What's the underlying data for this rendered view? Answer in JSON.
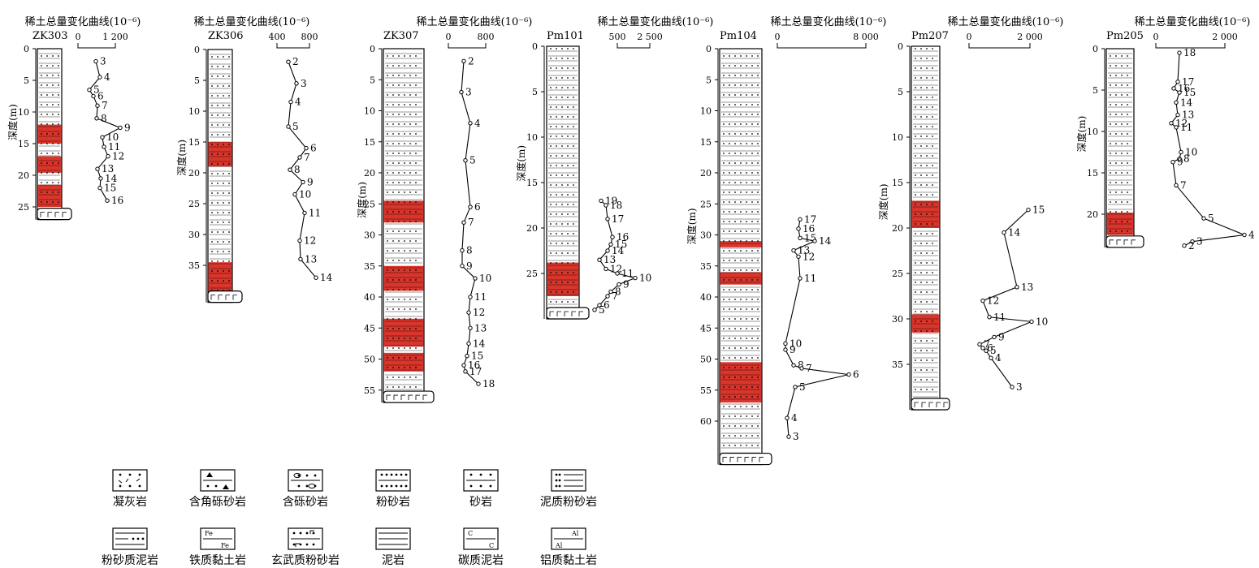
{
  "columns": [
    {
      "id": "ZK303",
      "curve_title": "稀土总量变化曲线(10⁻⁶)",
      "scale": [
        "0",
        "1 200"
      ],
      "depth_label": "深度(m)",
      "depth_ticks": [
        0,
        5,
        10,
        15,
        20,
        25
      ],
      "max_depth": 27,
      "red_intervals": [
        [
          12,
          15
        ],
        [
          17,
          19.6
        ],
        [
          21.5,
          25
        ]
      ],
      "samples": [
        {
          "n": "3",
          "d": 2
        },
        {
          "n": "4",
          "d": 4.5
        },
        {
          "n": "5",
          "d": 6.5
        },
        {
          "n": "6",
          "d": 7.5
        },
        {
          "n": "7",
          "d": 9
        },
        {
          "n": "8",
          "d": 11
        },
        {
          "n": "9",
          "d": 12.5
        },
        {
          "n": "10",
          "d": 14
        },
        {
          "n": "11",
          "d": 15.5
        },
        {
          "n": "12",
          "d": 17
        },
        {
          "n": "13",
          "d": 19
        },
        {
          "n": "14",
          "d": 20.5
        },
        {
          "n": "15",
          "d": 22
        },
        {
          "n": "16",
          "d": 24
        }
      ]
    },
    {
      "id": "ZK306",
      "curve_title": "稀土总量变化曲线(10⁻⁶)",
      "scale": [
        "400",
        "800"
      ],
      "depth_label": "深度(m)",
      "depth_ticks": [
        0,
        5,
        10,
        15,
        20,
        25,
        30,
        35
      ],
      "max_depth": 41,
      "red_intervals": [
        [
          15,
          19
        ],
        [
          34.5,
          40
        ]
      ],
      "samples": [
        {
          "n": "2",
          "d": 2
        },
        {
          "n": "3",
          "d": 5.5
        },
        {
          "n": "4",
          "d": 8.5
        },
        {
          "n": "5",
          "d": 12.5
        },
        {
          "n": "6",
          "d": 16
        },
        {
          "n": "7",
          "d": 17.5
        },
        {
          "n": "8",
          "d": 19.5
        },
        {
          "n": "9",
          "d": 21.5
        },
        {
          "n": "10",
          "d": 23.5
        },
        {
          "n": "11",
          "d": 26.5
        },
        {
          "n": "12",
          "d": 31
        },
        {
          "n": "13",
          "d": 34
        },
        {
          "n": "14",
          "d": 37
        }
      ]
    },
    {
      "id": "ZK307",
      "curve_title": "稀土总量变化曲线(10⁻⁶)",
      "scale": [
        "0",
        "800"
      ],
      "depth_label": "深度(m)",
      "depth_ticks": [
        0,
        5,
        10,
        15,
        20,
        25,
        30,
        35,
        40,
        45,
        50,
        55
      ],
      "max_depth": 57,
      "red_intervals": [
        [
          24.5,
          28
        ],
        [
          35,
          39
        ],
        [
          43.5,
          48
        ],
        [
          49,
          52
        ]
      ],
      "samples": [
        {
          "n": "2",
          "d": 2
        },
        {
          "n": "3",
          "d": 7
        },
        {
          "n": "4",
          "d": 12
        },
        {
          "n": "5",
          "d": 18
        },
        {
          "n": "6",
          "d": 25.5
        },
        {
          "n": "7",
          "d": 28
        },
        {
          "n": "8",
          "d": 32.5
        },
        {
          "n": "9",
          "d": 35
        },
        {
          "n": "10",
          "d": 37
        },
        {
          "n": "11",
          "d": 40
        },
        {
          "n": "12",
          "d": 42.5
        },
        {
          "n": "13",
          "d": 45
        },
        {
          "n": "14",
          "d": 47.5
        },
        {
          "n": "15",
          "d": 49.5
        },
        {
          "n": "16",
          "d": 51
        },
        {
          "n": "17",
          "d": 52
        },
        {
          "n": "18",
          "d": 54
        }
      ]
    },
    {
      "id": "Pm101",
      "curve_title": "稀土总量变化曲线(10⁻⁶)",
      "scale": [
        "500",
        "2 500"
      ],
      "depth_label": "深度(m)",
      "depth_ticks": [
        0,
        5,
        10,
        15,
        20,
        25
      ],
      "max_depth": 30,
      "red_intervals": [
        [
          23.8,
          27.5
        ]
      ],
      "samples": [
        {
          "n": "19",
          "d": 17
        },
        {
          "n": "18",
          "d": 17.5
        },
        {
          "n": "17",
          "d": 19
        },
        {
          "n": "16",
          "d": 21
        },
        {
          "n": "15",
          "d": 21.8
        },
        {
          "n": "14",
          "d": 22.5
        },
        {
          "n": "13",
          "d": 23.5
        },
        {
          "n": "12",
          "d": 24.5
        },
        {
          "n": "11",
          "d": 25
        },
        {
          "n": "10",
          "d": 25.5
        },
        {
          "n": "9",
          "d": 26.2
        },
        {
          "n": "8",
          "d": 27
        },
        {
          "n": "7",
          "d": 27.5
        },
        {
          "n": "6",
          "d": 28.5
        },
        {
          "n": "5",
          "d": 29
        }
      ]
    },
    {
      "id": "Pm104",
      "curve_title": "稀土总量变化曲线(10⁻⁶)",
      "scale": [
        "0",
        "8 000"
      ],
      "depth_label": "深度(m)",
      "depth_ticks": [
        0,
        5,
        10,
        15,
        20,
        25,
        30,
        35,
        40,
        45,
        50,
        55,
        60
      ],
      "max_depth": 67,
      "red_intervals": [
        [
          31,
          32
        ],
        [
          36,
          38
        ],
        [
          50.5,
          57
        ]
      ],
      "samples": [
        {
          "n": "17",
          "d": 27.5
        },
        {
          "n": "16",
          "d": 29
        },
        {
          "n": "15",
          "d": 30.5
        },
        {
          "n": "14",
          "d": 31
        },
        {
          "n": "13",
          "d": 32.5
        },
        {
          "n": "12",
          "d": 33.5
        },
        {
          "n": "11",
          "d": 37
        },
        {
          "n": "10",
          "d": 47.5
        },
        {
          "n": "9",
          "d": 48.5
        },
        {
          "n": "8",
          "d": 51
        },
        {
          "n": "7",
          "d": 51.5
        },
        {
          "n": "6",
          "d": 52.5
        },
        {
          "n": "5",
          "d": 54.5
        },
        {
          "n": "4",
          "d": 59.5
        },
        {
          "n": "3",
          "d": 62.5
        }
      ]
    },
    {
      "id": "Pm207",
      "curve_title": "稀土总量变化曲线(10⁻⁶)",
      "scale": [
        "0",
        "2 000"
      ],
      "depth_label": "深度(m)",
      "depth_ticks": [
        0,
        5,
        10,
        15,
        20,
        25,
        30,
        35
      ],
      "max_depth": 40,
      "red_intervals": [
        [
          17,
          20
        ],
        [
          29.5,
          31.5
        ]
      ],
      "samples": [
        {
          "n": "15",
          "d": 18
        },
        {
          "n": "14",
          "d": 20.5
        },
        {
          "n": "13",
          "d": 26.5
        },
        {
          "n": "12",
          "d": 28
        },
        {
          "n": "11",
          "d": 29.8
        },
        {
          "n": "10",
          "d": 30.3
        },
        {
          "n": "9",
          "d": 32
        },
        {
          "n": "7",
          "d": 32.8
        },
        {
          "n": "6",
          "d": 33.2
        },
        {
          "n": "5",
          "d": 33.5
        },
        {
          "n": "4",
          "d": 34.3
        },
        {
          "n": "3",
          "d": 37.5
        }
      ]
    },
    {
      "id": "Pm205",
      "curve_title": "稀土总量变化曲线(10⁻⁶)",
      "scale": [
        "0",
        "2 000"
      ],
      "depth_label": "深度(m)",
      "depth_ticks": [
        0,
        5,
        10,
        15,
        20
      ],
      "max_depth": 24,
      "red_intervals": [
        [
          19.8,
          22.5
        ]
      ],
      "samples": [
        {
          "n": "18",
          "d": 0.5
        },
        {
          "n": "17",
          "d": 4
        },
        {
          "n": "16",
          "d": 4.8
        },
        {
          "n": "15",
          "d": 5.3
        },
        {
          "n": "14",
          "d": 6.5
        },
        {
          "n": "13",
          "d": 8
        },
        {
          "n": "12",
          "d": 9
        },
        {
          "n": "11",
          "d": 9.5
        },
        {
          "n": "10",
          "d": 12.5
        },
        {
          "n": "8",
          "d": 13.3
        },
        {
          "n": "9",
          "d": 13.7
        },
        {
          "n": "7",
          "d": 16.5
        },
        {
          "n": "5",
          "d": 20.5
        },
        {
          "n": "4",
          "d": 22.5
        },
        {
          "n": "3",
          "d": 23.3
        },
        {
          "n": "2",
          "d": 23.8
        }
      ]
    }
  ],
  "legend": [
    {
      "label": "凝灰岩",
      "pattern": "tuff"
    },
    {
      "label": "含角砾砂岩",
      "pattern": "breccia"
    },
    {
      "label": "含砾砂岩",
      "pattern": "pebbly"
    },
    {
      "label": "粉砂岩",
      "pattern": "siltstone"
    },
    {
      "label": "砂岩",
      "pattern": "sandstone"
    },
    {
      "label": "泥质粉砂岩",
      "pattern": "muddy-siltstone"
    },
    {
      "label": "粉砂质泥岩",
      "pattern": "silty-mudstone"
    },
    {
      "label": "铁质黏土岩",
      "pattern": "fe-claystone"
    },
    {
      "label": "玄武质粉砂岩",
      "pattern": "basaltic-siltstone"
    },
    {
      "label": "泥岩",
      "pattern": "mudstone"
    },
    {
      "label": "碳质泥岩",
      "pattern": "carbon-mudstone"
    },
    {
      "label": "铝质黏土岩",
      "pattern": "al-claystone"
    }
  ],
  "colors": {
    "highlight": "#d9352b",
    "line": "#000000"
  }
}
